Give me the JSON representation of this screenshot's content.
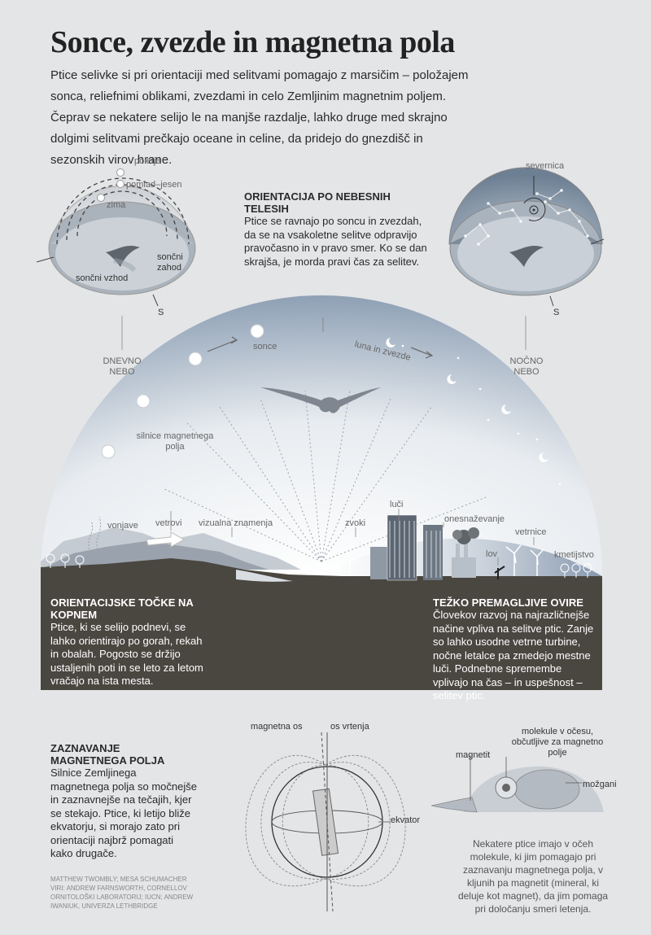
{
  "title": "Sonce, zvezde in magnetna pola",
  "intro": "Ptice selivke si pri orientaciji med selitvami pomagajo z marsičim – položajem sonca, reliefnimi oblikami, zvezdami in celo Zemljinim magnetnim poljem. Čeprav se nekatere selijo le na manjše razdalje, lahko druge med skrajno dolgimi selitvami prečkajo oceane in celine, da pridejo do gnezdišč in sezonskih virov hrane.",
  "day_dome": {
    "labels": {
      "summer": "poletje",
      "spring_autumn": "pomlad–jesen",
      "winter": "zima",
      "sunset": "sončni zahod",
      "sunrise": "sončni vzhod",
      "south": "S"
    },
    "caption": "DNEVNO NEBO"
  },
  "night_dome": {
    "labels": {
      "polaris": "severnica",
      "south": "S"
    },
    "caption": "NOČNO NEBO"
  },
  "celestial": {
    "heading": "ORIENTACIJA PO NEBESNIH TELESIH",
    "body": "Ptice se ravnajo po soncu in zvezdah, da se na vsakoletne selitve odpravijo pravočasno in v pravo smer. Ko se dan skrajša, je morda pravi čas za selitev."
  },
  "arc_labels": {
    "sun": "sonce",
    "moon_stars": "luna in zvezde",
    "field_lines": "silnice magnetnega polja",
    "smells": "vonjave",
    "winds": "vetrovi",
    "visual": "vizualna znamenja",
    "sounds": "zvoki",
    "lights": "luči",
    "pollution": "onesnaževanje",
    "hunting": "lov",
    "wind_turbines": "vetrnice",
    "farming": "kmetijstvo"
  },
  "landmarks": {
    "heading": "ORIENTACIJSKE TOČKE NA KOPNEM",
    "body": "Ptice, ki se selijo podnevi, se lahko orientirajo po gorah, rekah in obalah. Pogosto se držijo ustaljenih poti in se leto za letom vračajo na ista mesta."
  },
  "obstacles": {
    "heading": "TEŽKO PREMAGLJIVE OVIRE",
    "body": "Človekov razvoj na najrazličnejše načine vpliva na selitve ptic. Zanje so lahko usodne vetrne turbine, nočne letalce pa zmedejo mestne luči. Podnebne spremembe vplivajo na čas – in uspešnost – selitev ptic."
  },
  "magnetic": {
    "heading": "ZAZNAVANJE MAGNETNEGA POLJA",
    "body": "Silnice Zemljinega magnetnega polja so močnejše in zaznavnejše na tečajih, kjer se stekajo. Ptice, ki letijo bliže ekvatorju, si morajo zato pri orientaciji najbrž pomagati kako drugače.",
    "labels": {
      "magnetic_axis": "magnetna os",
      "rotation_axis": "os vrtenja",
      "equator": "ekvator"
    }
  },
  "bird_head": {
    "labels": {
      "molecules": "molekule v očesu, občutljive za magnetno polje",
      "magnetite": "magnetit",
      "brain": "možgani"
    },
    "body": "Nekatere ptice imajo v očeh molekule, ki jim pomagajo pri zaznavanju magnetnega polja, v kljunih pa magnetit (mineral, ki deluje kot magnet), da jim pomaga pri določanju smeri letenja."
  },
  "credits": "MATTHEW TWOMBLY; MESA SCHUMACHER\nVIRI: ANDREW FARNSWORTH, CORNELLOV ORNITOLOŠKI LABORATORIJ; IUCN; ANDREW IWANIUK, UNIVERZA LETHBRIDGE",
  "colors": {
    "background": "#e4e5e7",
    "ground": "#4a4640",
    "sky_blue": "#8497ad",
    "text": "#2a2a2a"
  }
}
